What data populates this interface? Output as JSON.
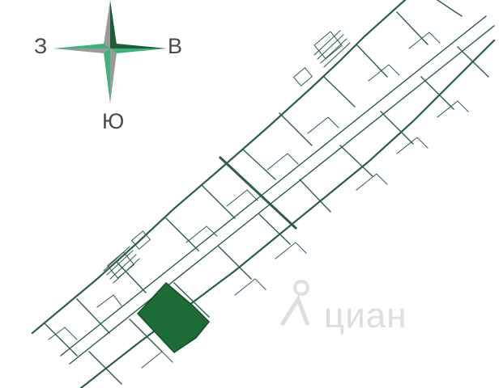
{
  "compass": {
    "west": "З",
    "east": "В",
    "south": "Ю"
  },
  "watermark": {
    "text": "циан"
  },
  "colors": {
    "wall": "#2b5d52",
    "highlight": "#1d6b35",
    "compass_green": "#3fb27a",
    "compass_dark": "#1f5c3a",
    "compass_gray": "#9a9a9a"
  },
  "selected_unit": {
    "label": ""
  }
}
